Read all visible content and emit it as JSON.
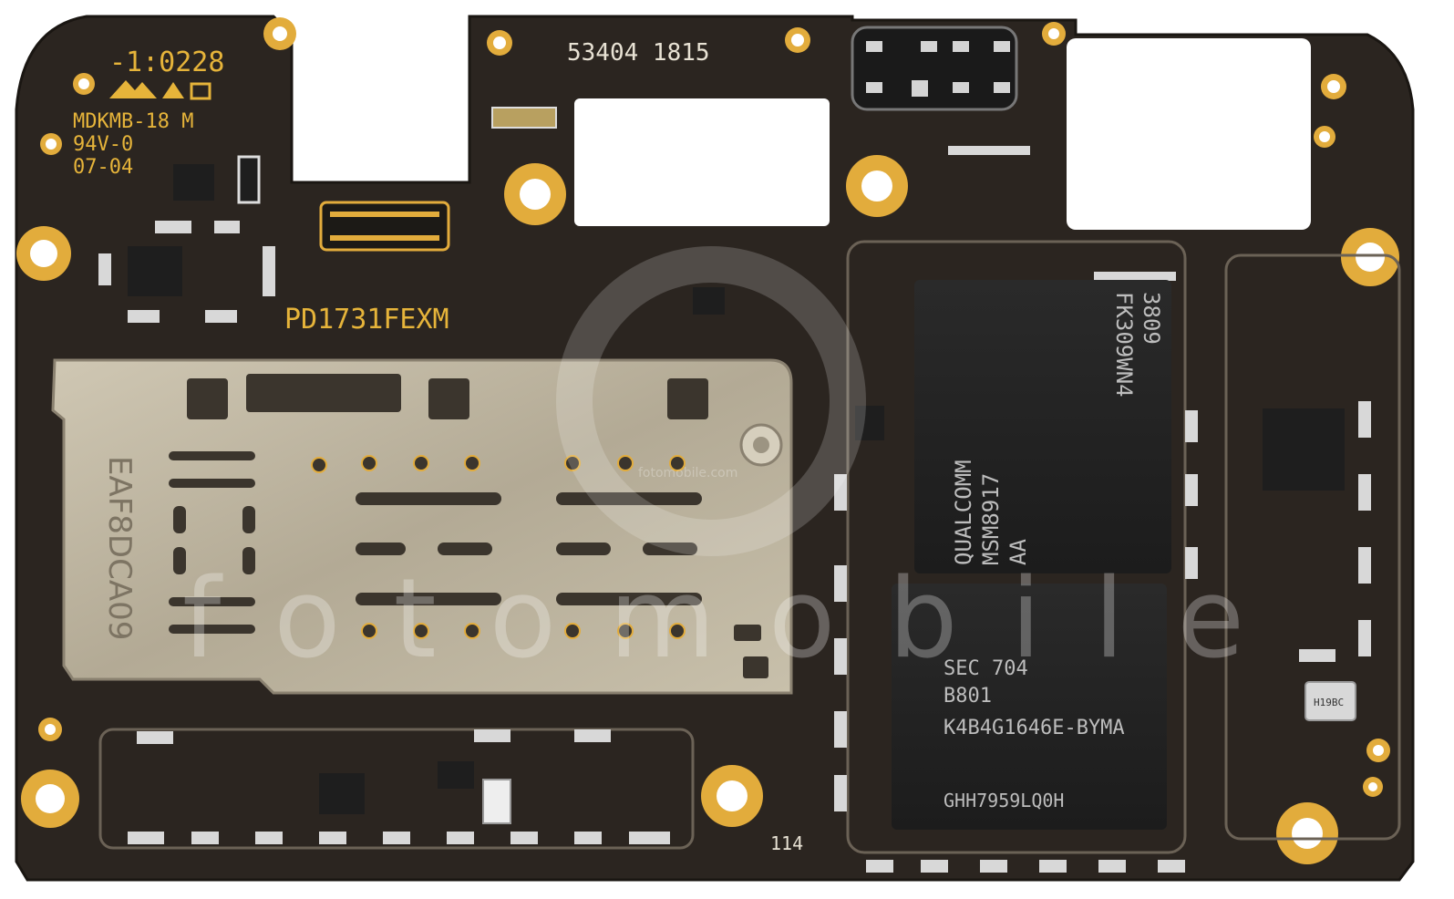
{
  "board": {
    "silkscreen": {
      "top_left_code": "-1:0228",
      "mark": "MDKMB-18 M",
      "rating": "94V-0",
      "date_code": "07-04",
      "serial": "53404 1815",
      "model": "PD1731FEXM",
      "corner_number": "114",
      "sim_tray_code": "EAF8DCA09"
    },
    "chips": {
      "soc": {
        "line1": "QUALCOMM",
        "line2": "MSM8917",
        "line3": "AA",
        "line4": "FK309WN4",
        "line5": "3809"
      },
      "memory": {
        "line1": "SEC 704",
        "line2": "B801",
        "line3": "K4B4G1646E-BYMA",
        "line4": "GHH7959LQ0H"
      },
      "small_sensor": "H19BC"
    },
    "watermark": {
      "brand": "fotomobile",
      "small": "fotomobile.com"
    },
    "colors": {
      "pcb": "#2b2520",
      "gold": "#e2ac3c",
      "shield": "#bdb5a2",
      "chip": "#242424",
      "silkscreen": "#e6b43a"
    }
  }
}
